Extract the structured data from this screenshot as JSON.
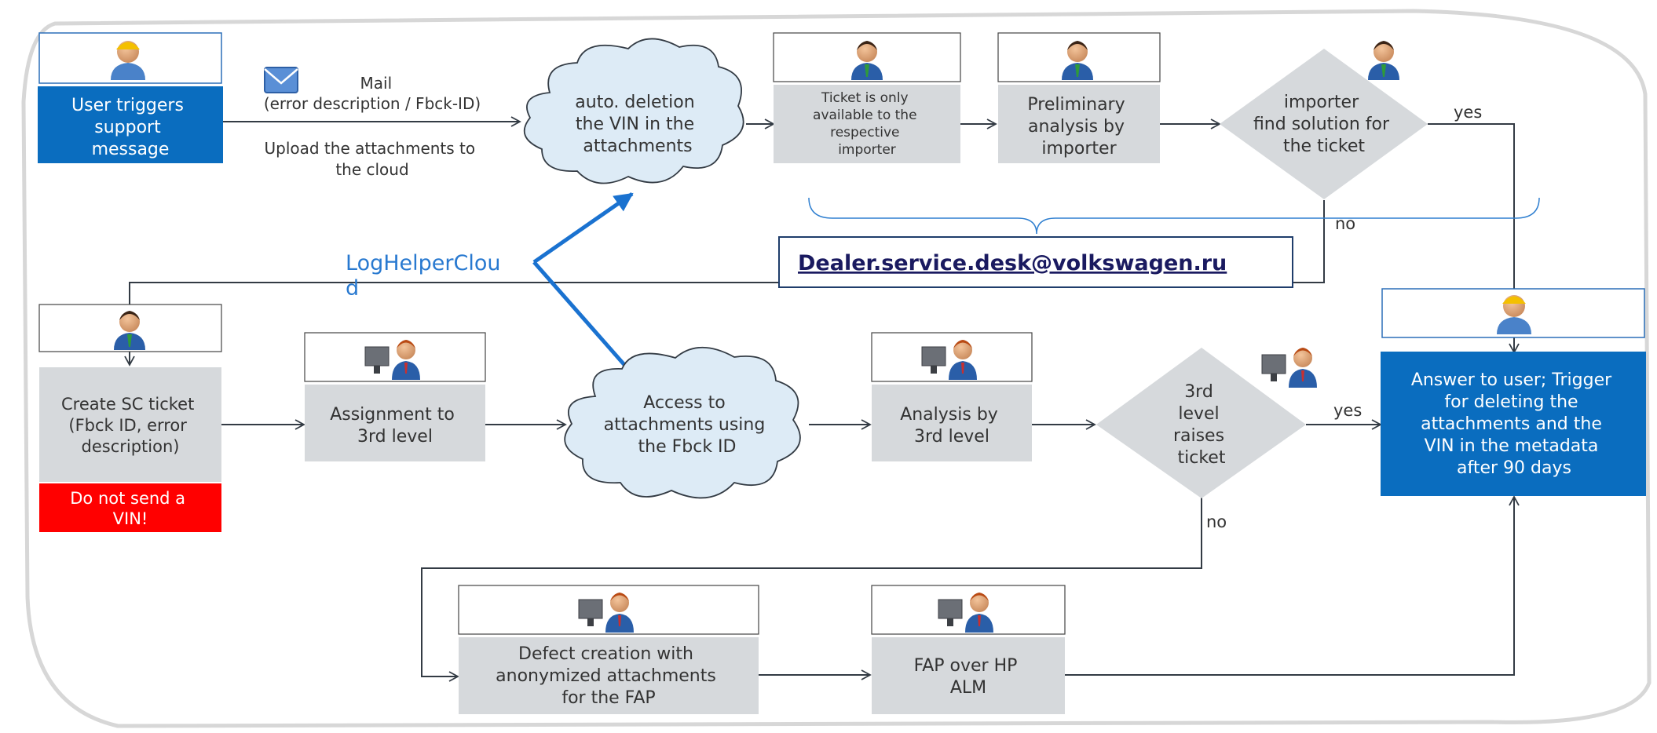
{
  "nodes": {
    "user_triggers": {
      "lines": [
        "User triggers",
        "support",
        "message"
      ]
    },
    "mail_label": {
      "lines": [
        "Mail",
        "(error description / Fbck-ID)"
      ]
    },
    "upload_label": {
      "lines": [
        "Upload the attachments to",
        "the cloud"
      ]
    },
    "auto_deletion": {
      "lines": [
        "auto. deletion",
        "the VIN in the",
        "attachments"
      ]
    },
    "ticket_available": {
      "lines": [
        "Ticket is only",
        "available to the",
        "respective",
        "importer"
      ]
    },
    "preliminary": {
      "lines": [
        "Preliminary",
        "analysis by",
        "importer"
      ]
    },
    "importer_decision": {
      "lines": [
        "importer",
        "find solution for",
        "the ticket"
      ]
    },
    "yes_top": "yes",
    "no_top": "no",
    "email": "Dealer.service.desk@volkswagen.ru",
    "loghelper": {
      "lines": [
        "LogHelperClou",
        "d"
      ]
    },
    "create_sc": {
      "lines": [
        "Create SC ticket",
        "(Fbck ID, error",
        "description)"
      ]
    },
    "warning": {
      "lines": [
        "Do not send a",
        "VIN!"
      ]
    },
    "assignment": {
      "lines": [
        "Assignment to",
        "3rd level"
      ]
    },
    "access": {
      "lines": [
        "Access to",
        "attachments using",
        "the Fbck ID"
      ]
    },
    "analysis3": {
      "lines": [
        "Analysis by",
        "3rd level"
      ]
    },
    "third_decision": {
      "lines": [
        "3rd",
        "level",
        "raises",
        "ticket"
      ]
    },
    "yes_mid": "yes",
    "no_mid": "no",
    "answer": {
      "lines": [
        "Answer to user; Trigger",
        "for deleting the",
        "attachments and the",
        "VIN in the metadata",
        "after 90 days"
      ]
    },
    "defect": {
      "lines": [
        "Defect creation with",
        "anonymized attachments",
        "for the FAP"
      ]
    },
    "fap": {
      "lines": [
        "FAP over HP",
        "ALM"
      ]
    }
  },
  "colors": {
    "blue_box": "#0a6dbf",
    "gray_box": "#d6d9dc",
    "cloud": "#ddebf6",
    "warning_red": "#ff0000",
    "arrow_blue": "#1a72d0",
    "line": "#333b44",
    "link_text": "#1a1a60",
    "annotation_blue": "#2879d0"
  },
  "icons": {
    "support_person": "support-user-icon",
    "business_person": "business-person-icon",
    "computer_worker": "computer-worker-icon",
    "mail": "mail-envelope-icon"
  }
}
